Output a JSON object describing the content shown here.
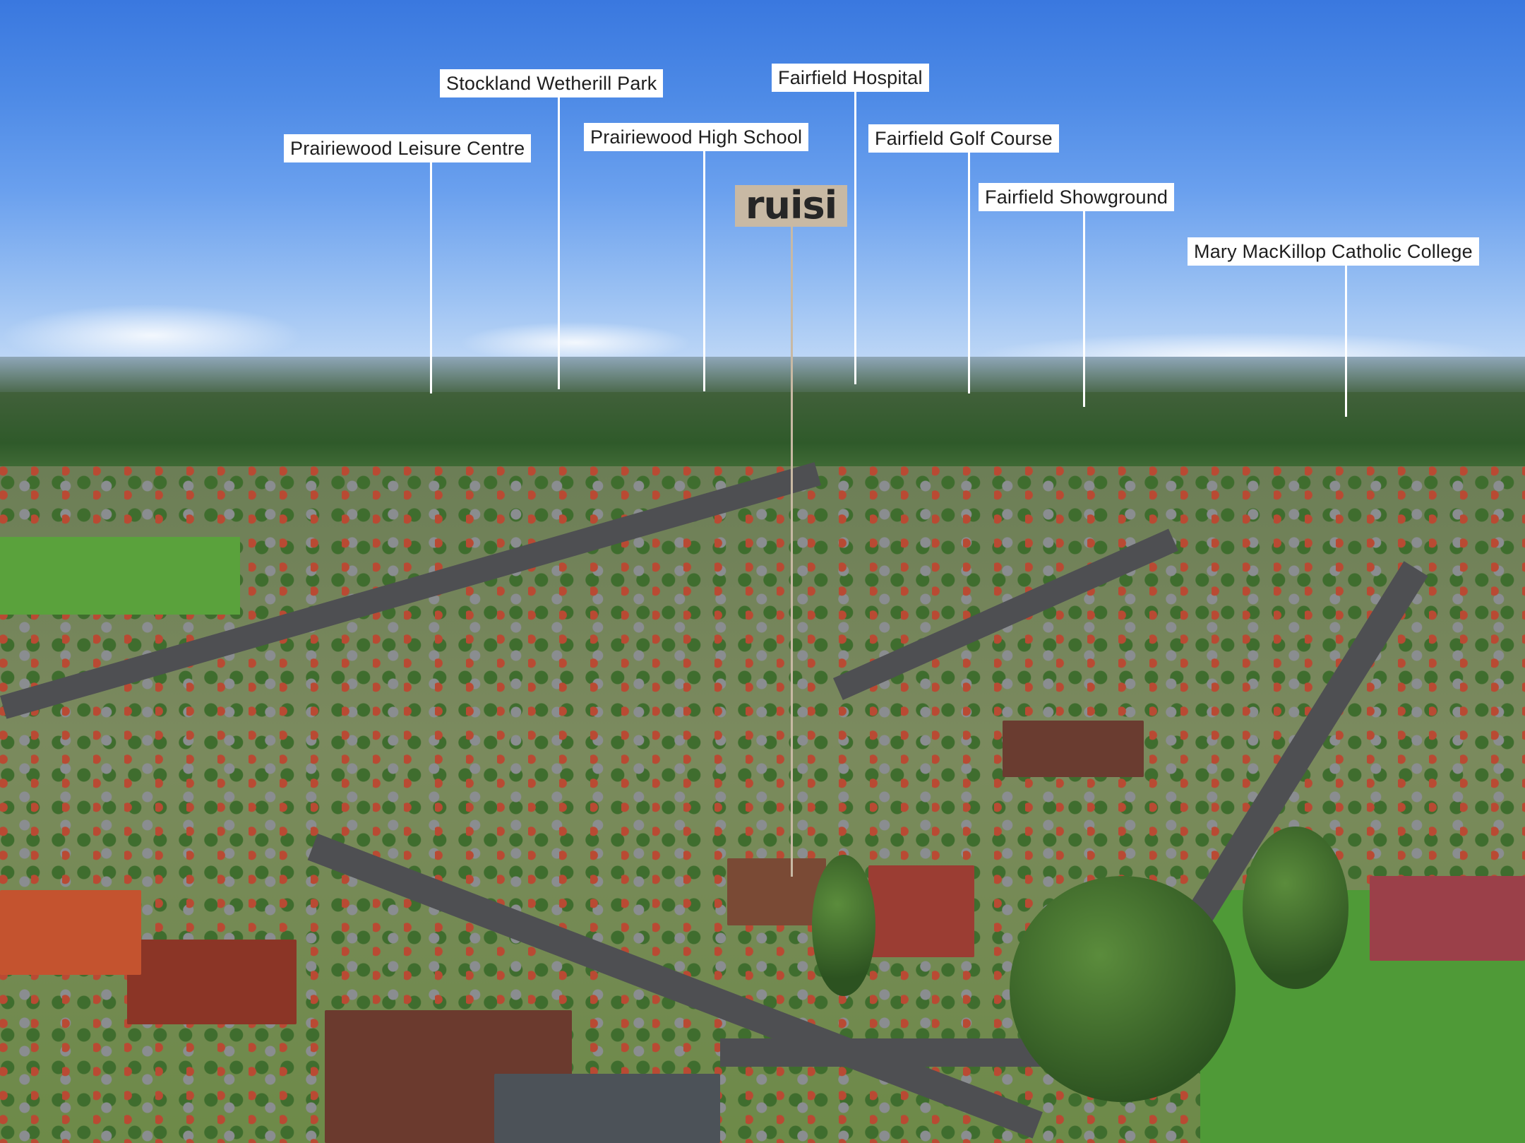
{
  "brand": {
    "label": "ruisi",
    "color": "#c8b9a4"
  },
  "landmarks": [
    {
      "label": "Prairiewood Leisure Centre"
    },
    {
      "label": "Stockland Wetherill Park"
    },
    {
      "label": "Prairiewood High School"
    },
    {
      "label": "Fairfield Hospital"
    },
    {
      "label": "Fairfield Golf Course"
    },
    {
      "label": "Fairfield Showground"
    },
    {
      "label": "Mary MacKillop Catholic College"
    }
  ],
  "colors": {
    "sky_top": "#3a78df",
    "sky_bottom": "#c9def7",
    "label_bg": "#ffffff",
    "label_text": "#1e1e1e"
  }
}
